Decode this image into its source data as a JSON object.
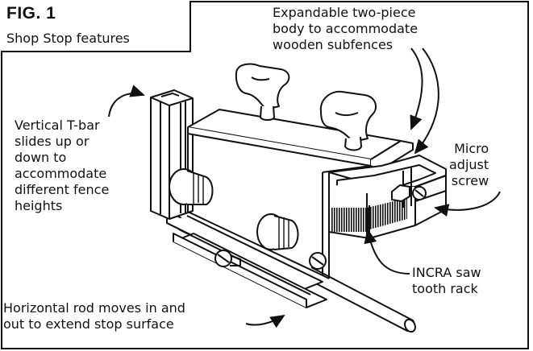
{
  "figure": {
    "label": "FIG. 1",
    "subtitle": "Shop Stop features"
  },
  "callouts": {
    "body": "Expandable two-piece\nbody to accommodate\nwooden subfences",
    "tbar": "Vertical T-bar\nslides up or\ndown to\naccommodate\ndifferent fence\nheights",
    "micro": "Micro\nadjust\nscrew",
    "rack": "INCRA saw\ntooth rack",
    "rod": "Horizontal rod moves in and\nout to extend stop surface"
  },
  "colors": {
    "ink": "#111111",
    "background": "#ffffff"
  }
}
